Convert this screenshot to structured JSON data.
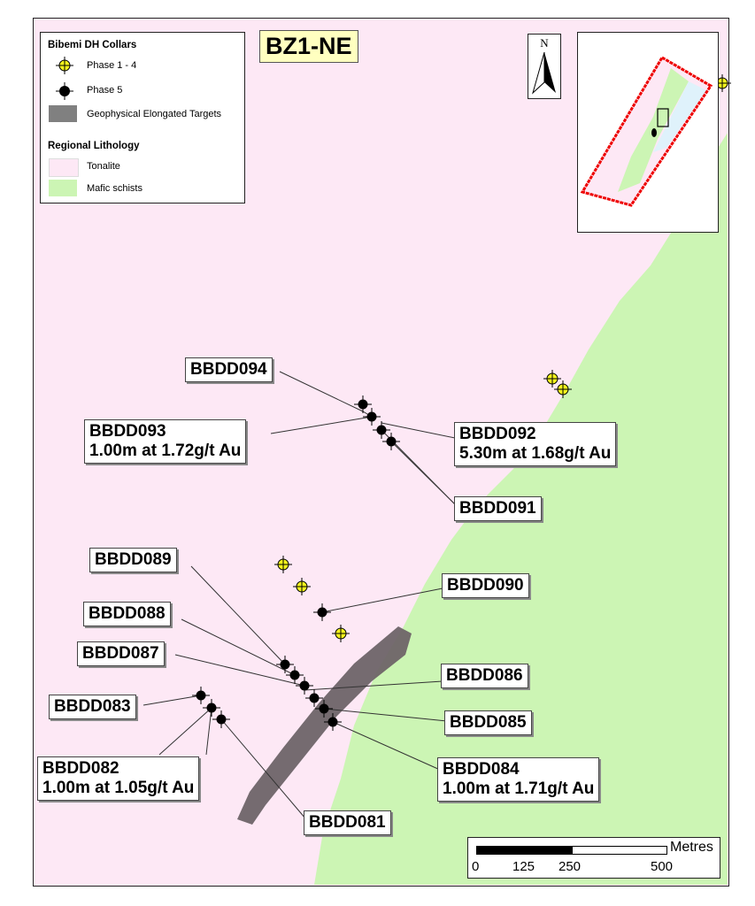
{
  "title": "BZ1-NE",
  "legend": {
    "collars_heading": "Bibemi DH Collars",
    "phase14": "Phase 1 - 4",
    "phase5": "Phase 5",
    "targets": "Geophysical Elongated Targets",
    "lithology_heading": "Regional Lithology",
    "tonalite": "Tonalite",
    "mafic": "Mafic schists"
  },
  "north": "N",
  "labels": {
    "bbdd094": "BBDD094",
    "bbdd093": "BBDD093",
    "bbdd093_result": "1.00m at 1.72g/t Au",
    "bbdd092": "BBDD092",
    "bbdd092_result": "5.30m at 1.68g/t Au",
    "bbdd091": "BBDD091",
    "bbdd090": "BBDD090",
    "bbdd089": "BBDD089",
    "bbdd088": "BBDD088",
    "bbdd087": "BBDD087",
    "bbdd086": "BBDD086",
    "bbdd085": "BBDD085",
    "bbdd084": "BBDD084",
    "bbdd084_result": "1.00m at 1.71g/t Au",
    "bbdd083": "BBDD083",
    "bbdd082": "BBDD082",
    "bbdd082_result": "1.00m at 1.05g/t Au",
    "bbdd081": "BBDD081"
  },
  "scale": {
    "unit": "Metres",
    "ticks": [
      "0",
      "125",
      "250",
      "500"
    ]
  },
  "colors": {
    "tonalite": "#fde8f5",
    "mafic": "#ccf5b4",
    "target": "#6e6468",
    "phase14": "#f5f51e",
    "phase5": "#000000",
    "boundary": "#e00000"
  }
}
